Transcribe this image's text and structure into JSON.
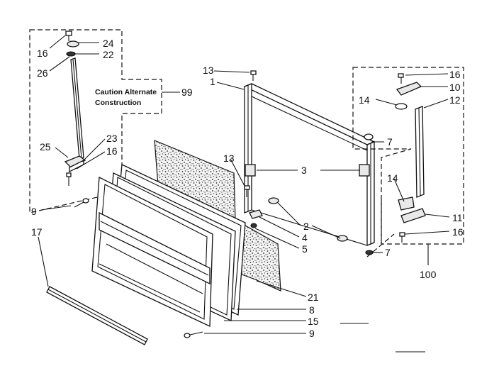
{
  "caption": {
    "line1": "Caution Alternate",
    "line2": "Construction",
    "ref": "99"
  },
  "labels": {
    "l16a": "16",
    "l24": "24",
    "l22": "22",
    "l26": "26",
    "l25": "25",
    "l23": "23",
    "l16b": "16",
    "l9a": "9",
    "l17": "17",
    "l13a": "13",
    "l1": "1",
    "l13b": "13",
    "l3": "3",
    "l7a": "7",
    "l2": "2",
    "l4": "4",
    "l5": "5",
    "l7b": "7",
    "l21": "21",
    "l8": "8",
    "l15": "15",
    "l9b": "9",
    "l16c": "16",
    "l10": "10",
    "l14a": "14",
    "l12": "12",
    "l14b": "14",
    "l11": "11",
    "l16d": "16",
    "l100": "100"
  }
}
